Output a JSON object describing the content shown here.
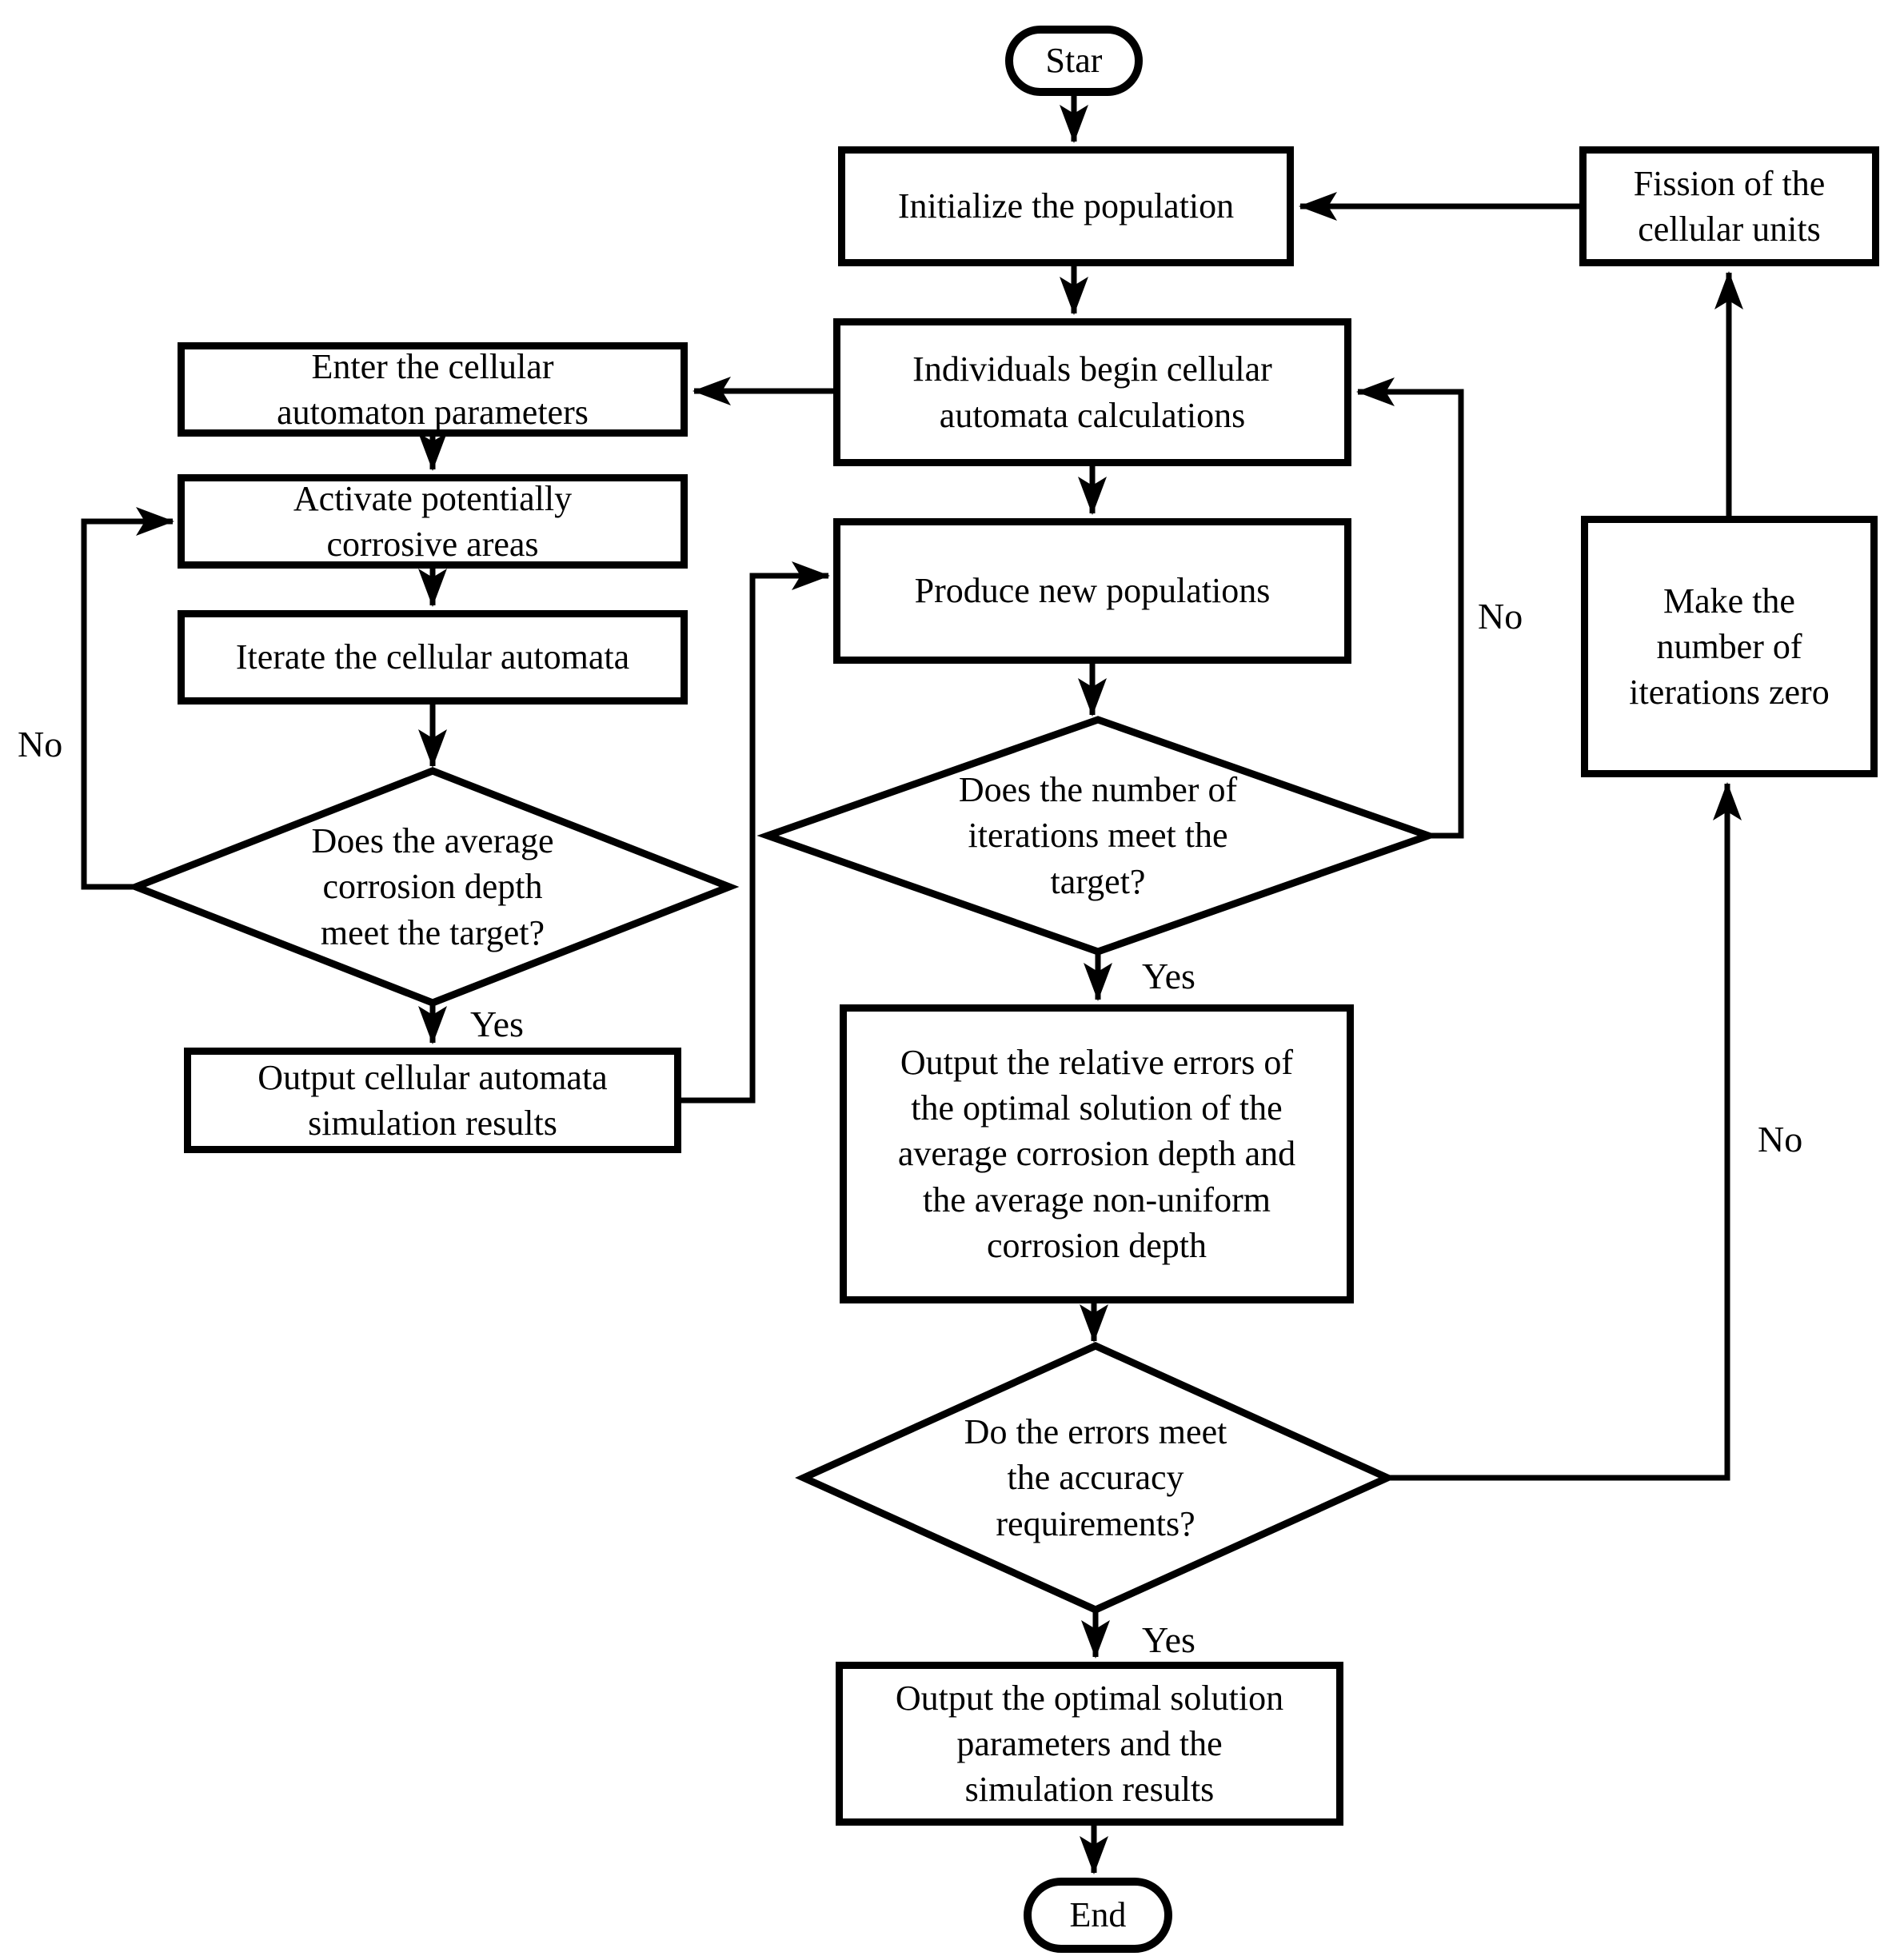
{
  "diagram": {
    "type": "flowchart",
    "nodes": {
      "start": {
        "label": "Star",
        "shape": "terminator"
      },
      "init": {
        "label": "Initialize the population",
        "shape": "process"
      },
      "fission": {
        "label": "Fission of the\ncellular units",
        "shape": "process"
      },
      "individuals": {
        "label": "Individuals begin cellular\nautomata calculations",
        "shape": "process"
      },
      "enter_params": {
        "label": "Enter the cellular\nautomaton parameters",
        "shape": "process"
      },
      "activate": {
        "label": "Activate potentially\ncorrosive areas",
        "shape": "process"
      },
      "iterate": {
        "label": "Iterate the cellular automata",
        "shape": "process"
      },
      "produce": {
        "label": "Produce new populations",
        "shape": "process"
      },
      "decision_depth": {
        "label": "Does the average\ncorrosion depth\nmeet the target?",
        "shape": "decision"
      },
      "output_ca": {
        "label": "Output cellular automata\nsimulation results",
        "shape": "process"
      },
      "decision_iterations": {
        "label": "Does the number of\niterations meet the\ntarget?",
        "shape": "decision"
      },
      "output_errors": {
        "label": "Output the relative errors of\nthe optimal solution of the\naverage corrosion depth and\nthe average non-uniform\ncorrosion depth",
        "shape": "process"
      },
      "decision_accuracy": {
        "label": "Do the errors meet\nthe accuracy\nrequirements?",
        "shape": "decision"
      },
      "make_zero": {
        "label": "Make the\nnumber of\niterations zero",
        "shape": "process"
      },
      "output_optimal": {
        "label": "Output the optimal solution\nparameters and the\nsimulation results",
        "shape": "process"
      },
      "end": {
        "label": "End",
        "shape": "terminator"
      }
    },
    "edge_labels": {
      "depth_yes": "Yes",
      "depth_no": "No",
      "iterations_yes": "Yes",
      "iterations_no": "No",
      "accuracy_yes": "Yes",
      "accuracy_no": "No"
    },
    "colors": {
      "line": "#000000",
      "text": "#000000",
      "background": "#ffffff"
    }
  }
}
